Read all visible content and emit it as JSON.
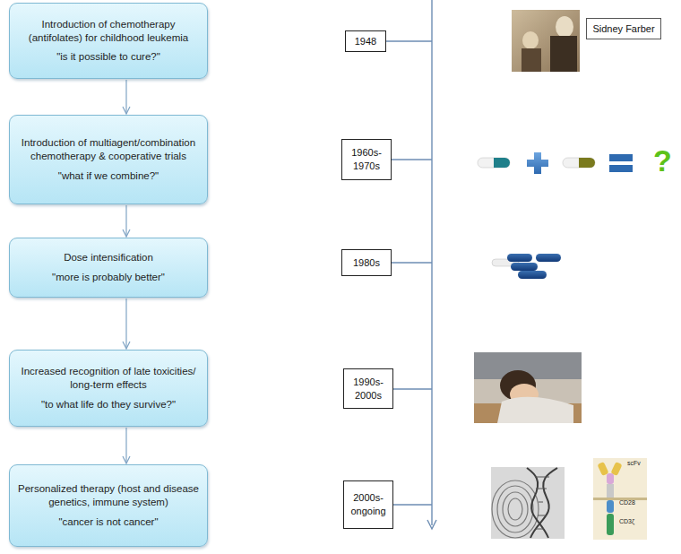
{
  "diagram": {
    "nodes": [
      {
        "text": [
          "Introduction of chemotherapy (antifolates) for childhood leukemia",
          "\"is it possible to cure?\""
        ]
      },
      {
        "text": [
          "Introduction of multiagent/combination chemotherapy & cooperative trials",
          "\"what if we combine?\""
        ]
      },
      {
        "text": [
          "Dose intensification",
          "\"more is probably better\""
        ]
      },
      {
        "text": [
          "Increased recognition of late toxicities/ long-term effects",
          "\"to what life do they survive?\""
        ]
      },
      {
        "text": [
          "Personalized therapy (host and disease genetics, immune system)",
          "\"cancer is not cancer\""
        ]
      },
      {
        "text": [
          "1948"
        ]
      },
      {
        "text": [
          "1960s- 1970s"
        ]
      },
      {
        "text": [
          "1980s"
        ]
      },
      {
        "text": [
          "1990s- 2000s"
        ]
      },
      {
        "text": [
          "2000s- ongoing"
        ]
      },
      {
        "text": [
          "Sidney Farber"
        ]
      }
    ],
    "edges": [
      {
        "from": 0,
        "to": 1,
        "arrow": "to"
      },
      {
        "from": 1,
        "to": 2,
        "arrow": "to"
      },
      {
        "from": 2,
        "to": 3,
        "arrow": "to"
      },
      {
        "from": 3,
        "to": 4,
        "arrow": "to"
      }
    ],
    "labels": [
      "?",
      "scFv",
      "CD28",
      "CD3ζ"
    ]
  }
}
